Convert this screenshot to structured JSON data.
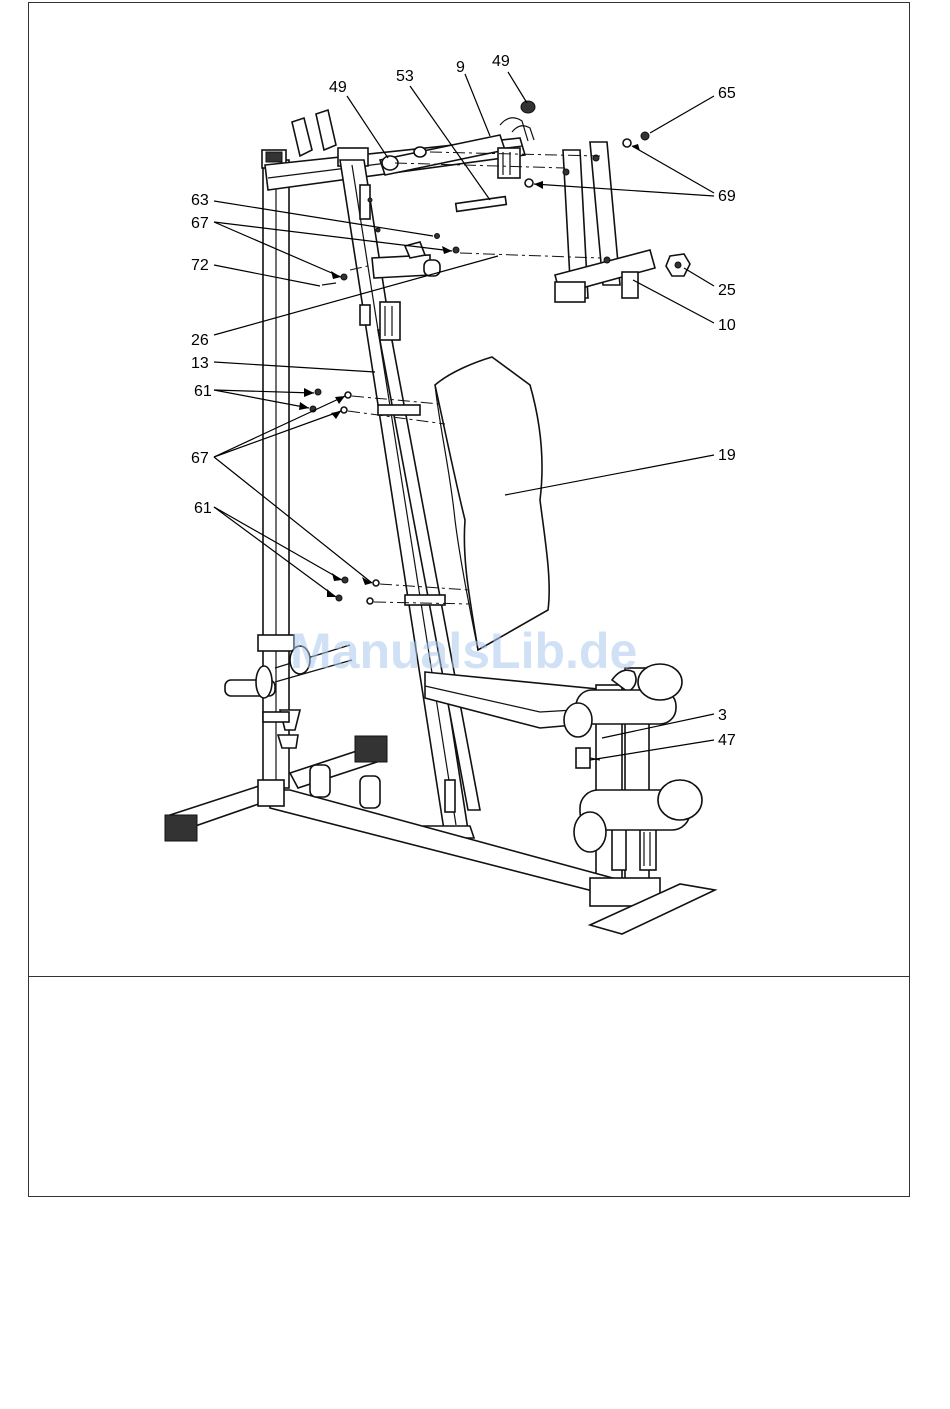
{
  "labels": {
    "l49a": "49",
    "l53": "53",
    "l9": "9",
    "l49b": "49",
    "l65": "65",
    "l69": "69",
    "l63": "63",
    "l67a": "67",
    "l72": "72",
    "l25": "25",
    "l10": "10",
    "l26": "26",
    "l13": "13",
    "l61a": "61",
    "l67b": "67",
    "l19": "19",
    "l61b": "61",
    "l3": "3",
    "l47": "47"
  },
  "watermark": "ManualsLib.de"
}
